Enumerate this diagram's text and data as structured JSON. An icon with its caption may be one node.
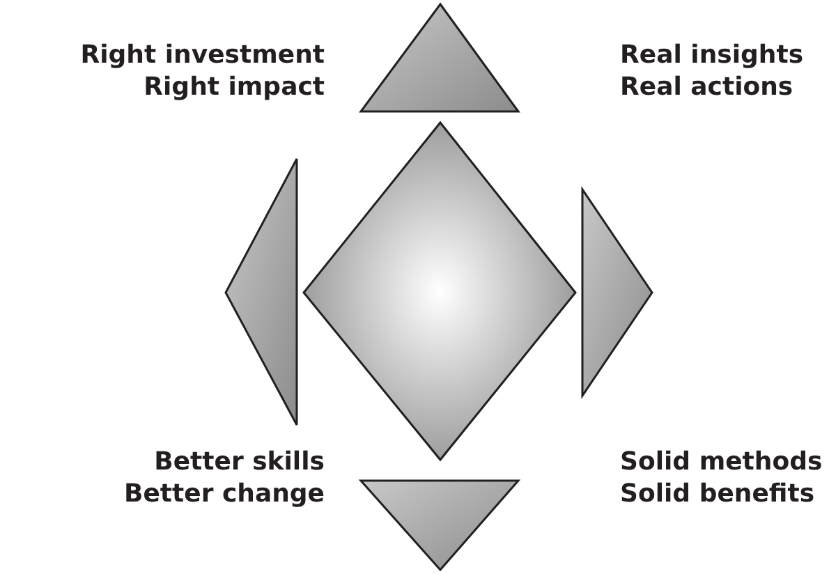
{
  "diagram": {
    "labels": [
      "Right investment Right impact",
      "Real insights Real actions",
      "Better skills Better change",
      "Solid methods Solid benefits"
    ]
  }
}
